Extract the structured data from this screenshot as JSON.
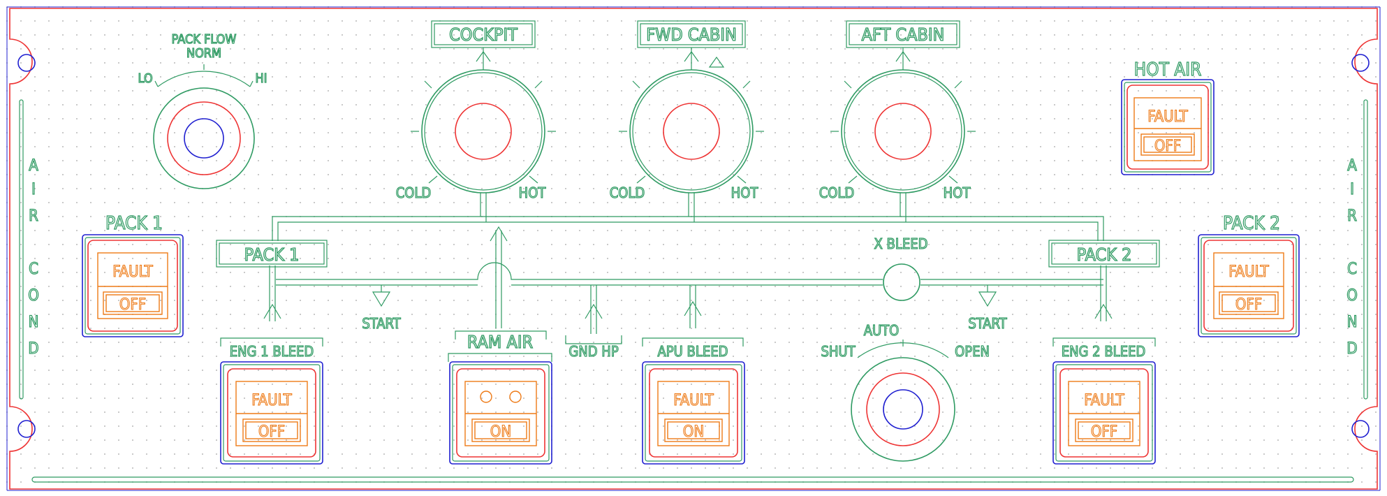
{
  "panel": {
    "title_left": "AIR COND",
    "title_right": "AIR COND",
    "side_letters": [
      "A",
      "I",
      "R",
      "C",
      "O",
      "N",
      "D"
    ]
  },
  "pack_flow": {
    "title": "PACK FLOW",
    "norm": "NORM",
    "lo": "LO",
    "hi": "HI"
  },
  "zones": {
    "cockpit": "COCKPIT",
    "fwd_cabin": "FWD CABIN",
    "aft_cabin": "AFT CABIN",
    "cold": "COLD",
    "hot": "HOT"
  },
  "hot_air": {
    "title": "HOT AIR",
    "fault": "FAULT",
    "off": "OFF"
  },
  "pack1": {
    "title": "PACK 1",
    "diagram_label": "PACK 1",
    "fault": "FAULT",
    "off": "OFF"
  },
  "pack2": {
    "title": "PACK 2",
    "diagram_label": "PACK 2",
    "fault": "FAULT",
    "off": "OFF"
  },
  "eng1_bleed": {
    "title": "ENG 1 BLEED",
    "fault": "FAULT",
    "off": "OFF"
  },
  "eng2_bleed": {
    "title": "ENG 2 BLEED",
    "fault": "FAULT",
    "off": "OFF"
  },
  "ram_air": {
    "title": "RAM AIR",
    "on": "ON"
  },
  "apu_bleed": {
    "title": "APU  BLEED",
    "fault": "FAULT",
    "on": "ON"
  },
  "gnd_hp": "GND  HP",
  "start_left": "START",
  "start_right": "START",
  "x_bleed": {
    "title": "X BLEED",
    "shut": "SHUT",
    "auto": "AUTO",
    "open": "OPEN"
  },
  "colors": {
    "legend": "#2e9a62",
    "border": "#e33333",
    "lamp": "#ee7a16",
    "screw": "#1f1fd0"
  }
}
